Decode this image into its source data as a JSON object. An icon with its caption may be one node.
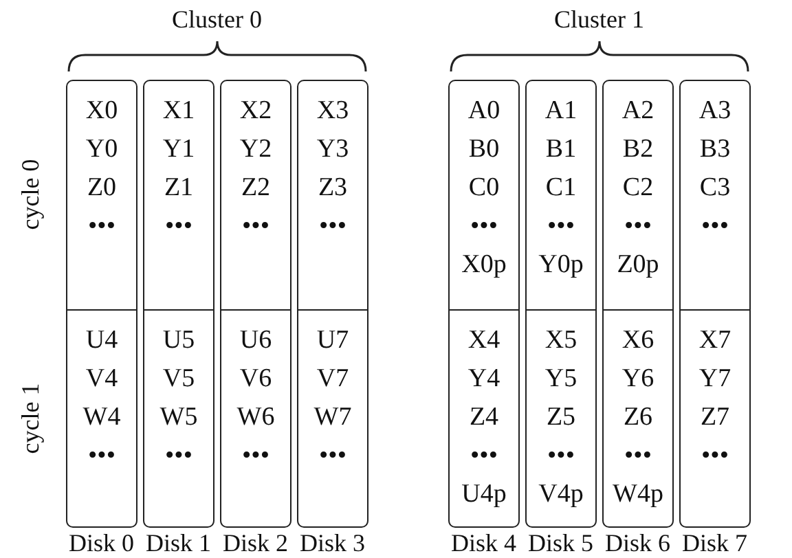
{
  "diagram": {
    "nodes": [
      {
        "text": [
          "X0",
          "Y0",
          "Z0",
          "•••"
        ]
      },
      {
        "text": [
          "X1",
          "Y1",
          "Z1",
          "•••"
        ]
      },
      {
        "text": [
          "X2",
          "Y2",
          "Z2",
          "•••"
        ]
      },
      {
        "text": [
          "X3",
          "Y3",
          "Z3",
          "•••"
        ]
      },
      {
        "text": [
          "A0",
          "B0",
          "C0",
          "•••",
          "X0p"
        ]
      },
      {
        "text": [
          "A1",
          "B1",
          "C1",
          "•••",
          "Y0p"
        ]
      },
      {
        "text": [
          "A2",
          "B2",
          "C2",
          "•••",
          "Z0p"
        ]
      },
      {
        "text": [
          "A3",
          "B3",
          "C3",
          "•••"
        ]
      },
      {
        "text": [
          "U4",
          "V4",
          "W4",
          "•••"
        ]
      },
      {
        "text": [
          "U5",
          "V5",
          "W5",
          "•••"
        ]
      },
      {
        "text": [
          "U6",
          "V6",
          "W6",
          "•••"
        ]
      },
      {
        "text": [
          "U7",
          "V7",
          "W7",
          "•••"
        ]
      },
      {
        "text": [
          "X4",
          "Y4",
          "Z4",
          "•••",
          "U4p"
        ]
      },
      {
        "text": [
          "X5",
          "Y5",
          "Z5",
          "•••",
          "V4p"
        ]
      },
      {
        "text": [
          "X6",
          "Y6",
          "Z6",
          "•••",
          "W4p"
        ]
      },
      {
        "text": [
          "X7",
          "Y7",
          "Z7",
          "•••"
        ]
      }
    ],
    "labels": [
      "Cluster 0",
      "Cluster 1",
      "cycle 0",
      "cycle 1",
      "Disk 0",
      "Disk 1",
      "Disk 2",
      "Disk 3",
      "Disk 4",
      "Disk 5",
      "Disk 6",
      "Disk 7"
    ]
  }
}
